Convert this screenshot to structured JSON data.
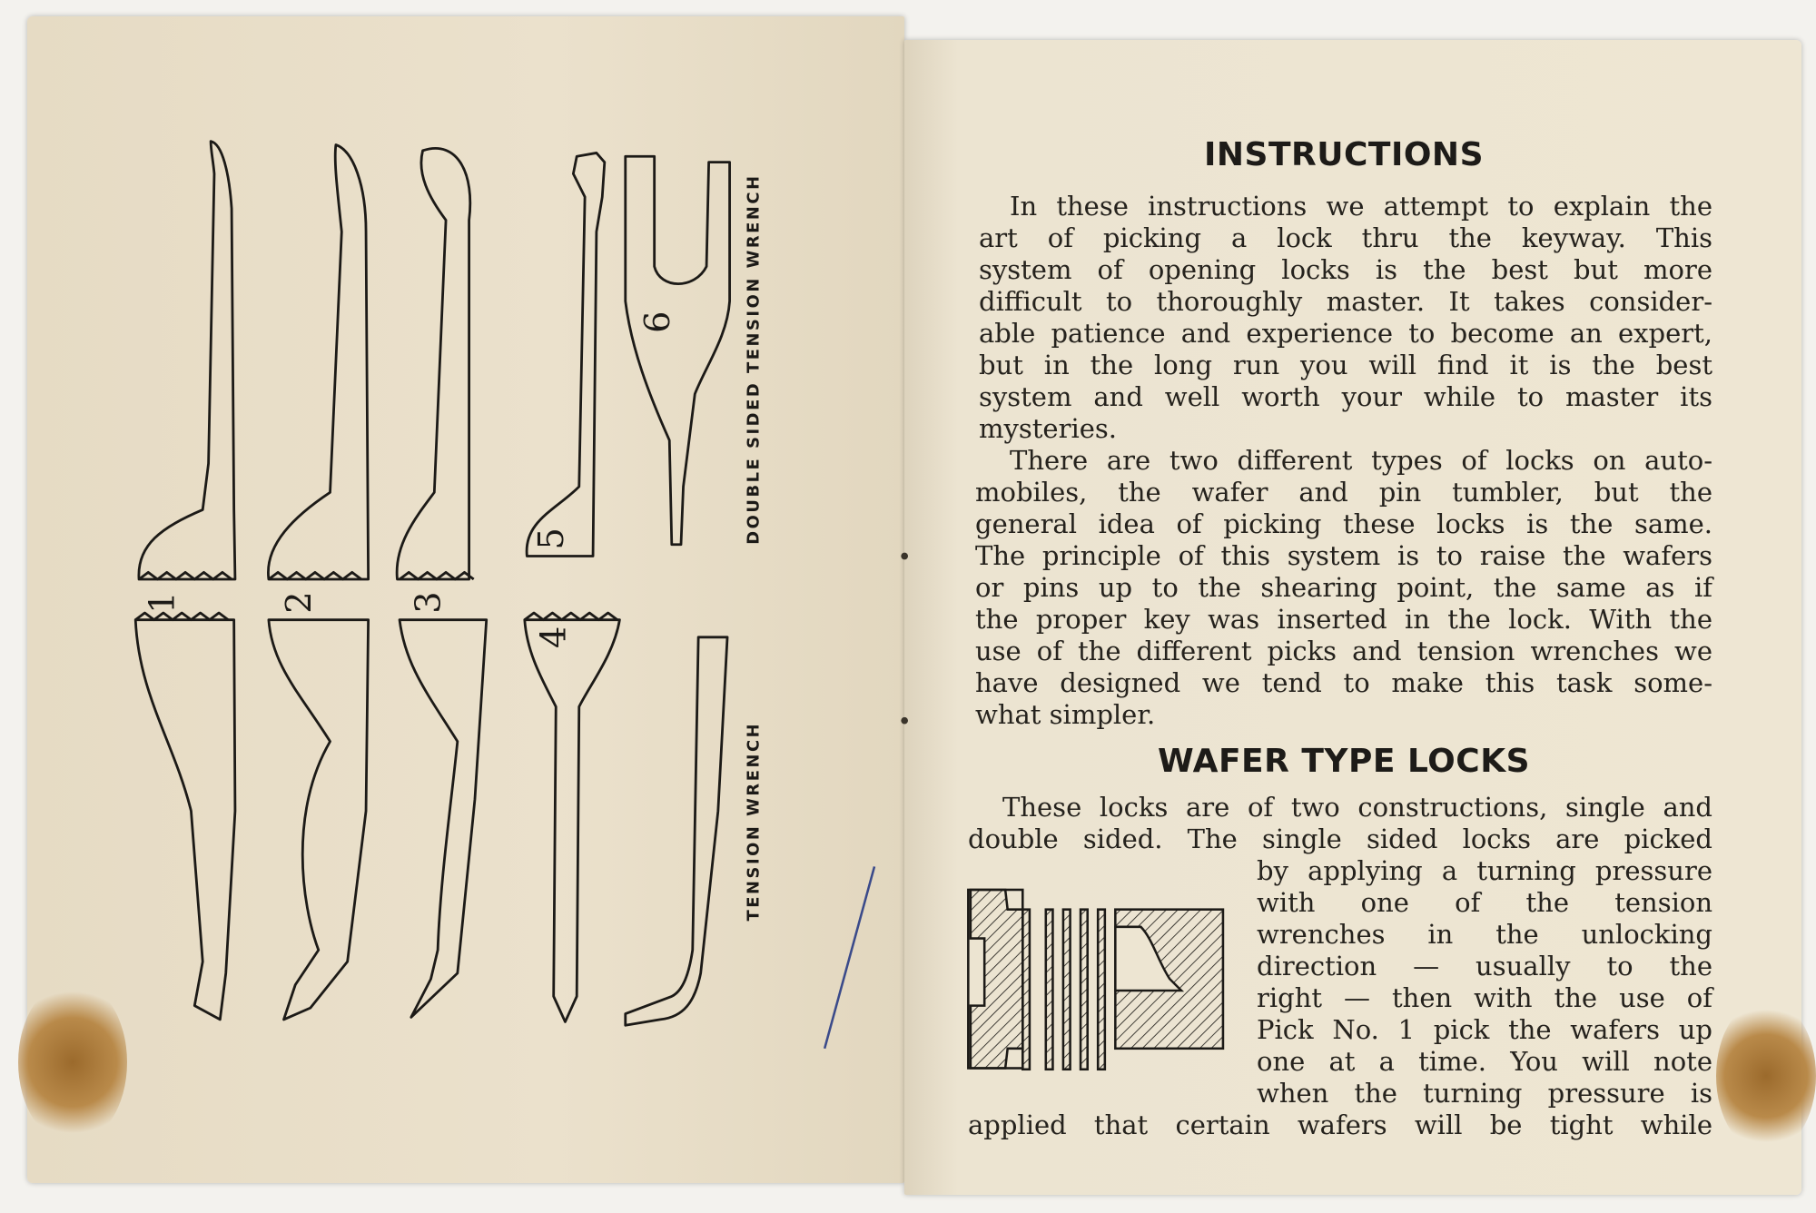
{
  "left_page": {
    "tool_numbers": [
      "1",
      "2",
      "3",
      "4",
      "5",
      "6"
    ],
    "label_double": "DOUBLE SIDED TENSION WRENCH",
    "label_tension": "TENSION WRENCH"
  },
  "right_page": {
    "title": "INSTRUCTIONS",
    "para1": [
      "In these instructions we attempt to explain the",
      "art of picking a lock thru the keyway. This",
      "system of opening locks is the best but more",
      "difficult to thoroughly master. It takes consider-",
      "able patience and experience to become an expert,",
      "but in the long run you will find it is the best",
      "system and well worth your while to master its",
      "mysteries."
    ],
    "para2": [
      "There are two different types of locks on auto-",
      "mobiles, the wafer and pin tumbler, but the",
      "general idea of picking these locks is the same.",
      "The principle of this system is to raise the wafers",
      "or pins up to the shearing point, the same as if",
      "the proper key was inserted in the lock. With the",
      "use of the different picks and tension wrenches we",
      "have designed we tend to make this task some-",
      "what simpler."
    ],
    "subtitle": "WAFER TYPE LOCKS",
    "para3": [
      "These locks are of two constructions, single and",
      "double sided. The single sided locks are picked",
      "by applying a turning pressure",
      "with one of the tension",
      "wrenches in the unlocking",
      "direction — usually to the",
      "right — then with the use of",
      "Pick No. 1 pick the wafers up",
      "one at a time. You will note",
      "when the turning pressure is",
      "applied that certain wafers will be tight while"
    ]
  }
}
